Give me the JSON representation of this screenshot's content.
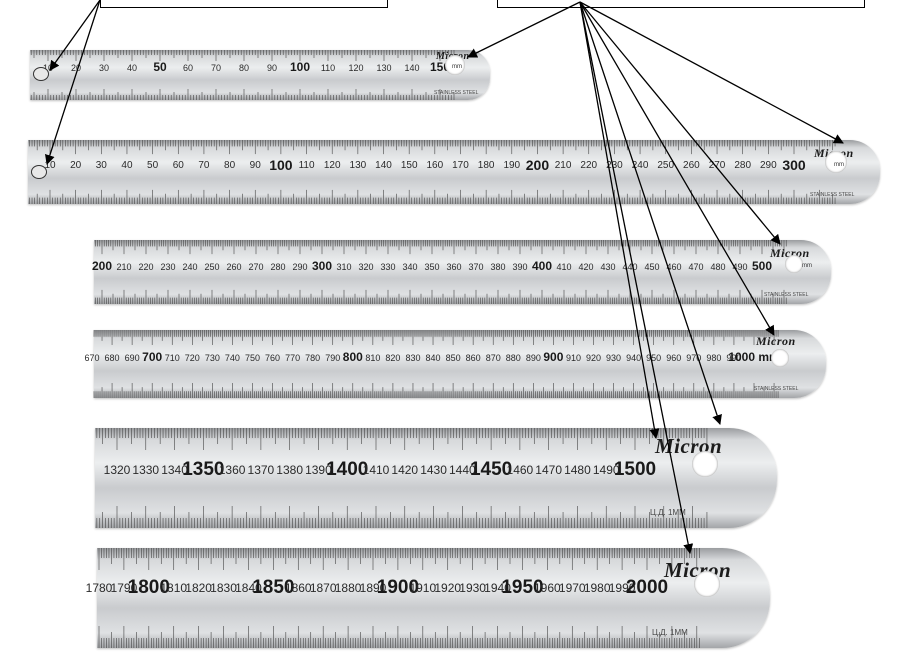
{
  "rulers": [
    {
      "id": "r150",
      "logo": "Micron",
      "unit": "mm",
      "caption": "STAINLESS STEEL",
      "labels": [
        {
          "v": "10"
        },
        {
          "v": "20"
        },
        {
          "v": "30"
        },
        {
          "v": "40"
        },
        {
          "v": "50",
          "major": true
        },
        {
          "v": "60"
        },
        {
          "v": "70"
        },
        {
          "v": "80"
        },
        {
          "v": "90"
        },
        {
          "v": "100",
          "major": true
        },
        {
          "v": "110"
        },
        {
          "v": "120"
        },
        {
          "v": "130"
        },
        {
          "v": "140"
        },
        {
          "v": "150",
          "major": true
        }
      ]
    },
    {
      "id": "r300",
      "logo": "Micron",
      "unit": "mm",
      "caption": "STAINLESS STEEL",
      "labels": [
        {
          "v": "10"
        },
        {
          "v": "20"
        },
        {
          "v": "30"
        },
        {
          "v": "40"
        },
        {
          "v": "50"
        },
        {
          "v": "60"
        },
        {
          "v": "70"
        },
        {
          "v": "80"
        },
        {
          "v": "90"
        },
        {
          "v": "100",
          "major": true
        },
        {
          "v": "110"
        },
        {
          "v": "120"
        },
        {
          "v": "130"
        },
        {
          "v": "140"
        },
        {
          "v": "150"
        },
        {
          "v": "160"
        },
        {
          "v": "170"
        },
        {
          "v": "180"
        },
        {
          "v": "190"
        },
        {
          "v": "200",
          "major": true
        },
        {
          "v": "210"
        },
        {
          "v": "220"
        },
        {
          "v": "230"
        },
        {
          "v": "240"
        },
        {
          "v": "250"
        },
        {
          "v": "260"
        },
        {
          "v": "270"
        },
        {
          "v": "280"
        },
        {
          "v": "290"
        },
        {
          "v": "300",
          "major": true
        }
      ]
    },
    {
      "id": "r500",
      "logo": "Micron",
      "unit": "mm",
      "caption": "STAINLESS STEEL",
      "labels": [
        {
          "v": "200",
          "major": true
        },
        {
          "v": "210"
        },
        {
          "v": "220"
        },
        {
          "v": "230"
        },
        {
          "v": "240"
        },
        {
          "v": "250"
        },
        {
          "v": "260"
        },
        {
          "v": "270"
        },
        {
          "v": "280"
        },
        {
          "v": "290"
        },
        {
          "v": "300",
          "major": true
        },
        {
          "v": "310"
        },
        {
          "v": "320"
        },
        {
          "v": "330"
        },
        {
          "v": "340"
        },
        {
          "v": "350"
        },
        {
          "v": "360"
        },
        {
          "v": "370"
        },
        {
          "v": "380"
        },
        {
          "v": "390"
        },
        {
          "v": "400",
          "major": true
        },
        {
          "v": "410"
        },
        {
          "v": "420"
        },
        {
          "v": "430"
        },
        {
          "v": "440"
        },
        {
          "v": "450"
        },
        {
          "v": "460"
        },
        {
          "v": "470"
        },
        {
          "v": "480"
        },
        {
          "v": "490"
        },
        {
          "v": "500",
          "major": true
        }
      ]
    },
    {
      "id": "r1000",
      "logo": "Micron",
      "unit": "",
      "caption": "STAINLESS STEEL",
      "labels": [
        {
          "v": "670"
        },
        {
          "v": "680"
        },
        {
          "v": "690"
        },
        {
          "v": "700",
          "major": true
        },
        {
          "v": "710"
        },
        {
          "v": "720"
        },
        {
          "v": "730"
        },
        {
          "v": "740"
        },
        {
          "v": "750"
        },
        {
          "v": "760"
        },
        {
          "v": "770"
        },
        {
          "v": "780"
        },
        {
          "v": "790"
        },
        {
          "v": "800",
          "major": true
        },
        {
          "v": "810"
        },
        {
          "v": "820"
        },
        {
          "v": "830"
        },
        {
          "v": "840"
        },
        {
          "v": "850"
        },
        {
          "v": "860"
        },
        {
          "v": "870"
        },
        {
          "v": "880"
        },
        {
          "v": "890"
        },
        {
          "v": "900",
          "major": true
        },
        {
          "v": "910"
        },
        {
          "v": "920"
        },
        {
          "v": "930"
        },
        {
          "v": "940"
        },
        {
          "v": "950"
        },
        {
          "v": "960"
        },
        {
          "v": "970"
        },
        {
          "v": "980"
        },
        {
          "v": "990"
        },
        {
          "v": "1000 mm",
          "major": true
        }
      ]
    },
    {
      "id": "r1500",
      "logo": "Micron",
      "unit": "",
      "caption": "Ц.Д. 1ММ",
      "labels": [
        {
          "v": "1320"
        },
        {
          "v": "1330"
        },
        {
          "v": "1340"
        },
        {
          "v": "1350",
          "major": true
        },
        {
          "v": "1360"
        },
        {
          "v": "1370"
        },
        {
          "v": "1380"
        },
        {
          "v": "1390"
        },
        {
          "v": "1400",
          "major": true
        },
        {
          "v": "1410"
        },
        {
          "v": "1420"
        },
        {
          "v": "1430"
        },
        {
          "v": "1440"
        },
        {
          "v": "1450",
          "major": true
        },
        {
          "v": "1460"
        },
        {
          "v": "1470"
        },
        {
          "v": "1480"
        },
        {
          "v": "1490"
        },
        {
          "v": "1500",
          "major": true
        }
      ]
    },
    {
      "id": "r2000",
      "logo": "Micron",
      "unit": "",
      "caption": "Ц.Д. 1ММ",
      "labels": [
        {
          "v": "1780"
        },
        {
          "v": "1790"
        },
        {
          "v": "1800",
          "major": true
        },
        {
          "v": "1810"
        },
        {
          "v": "1820"
        },
        {
          "v": "1830"
        },
        {
          "v": "1840"
        },
        {
          "v": "1850",
          "major": true
        },
        {
          "v": "1860"
        },
        {
          "v": "1870"
        },
        {
          "v": "1880"
        },
        {
          "v": "1890"
        },
        {
          "v": "1900",
          "major": true
        },
        {
          "v": "1910"
        },
        {
          "v": "1920"
        },
        {
          "v": "1930"
        },
        {
          "v": "1940"
        },
        {
          "v": "1950",
          "major": true
        },
        {
          "v": "1960"
        },
        {
          "v": "1970"
        },
        {
          "v": "1980"
        },
        {
          "v": "1990"
        },
        {
          "v": "2000",
          "major": true
        }
      ]
    }
  ],
  "colors": {
    "steel_light": "#eceeef",
    "steel_dark": "#9a9c9f",
    "ink": "#1a1a1a",
    "arrow": "#000000"
  }
}
